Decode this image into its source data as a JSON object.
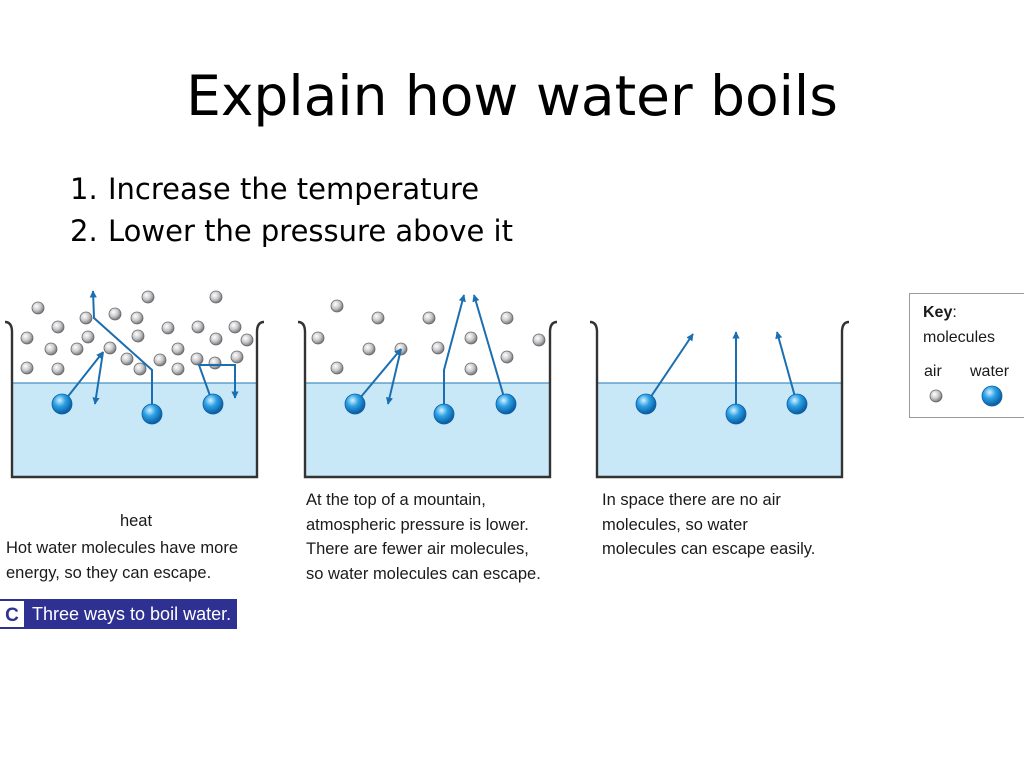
{
  "title": "Explain how water boils",
  "points": [
    {
      "num": "1.",
      "text": "Increase the temperature"
    },
    {
      "num": "2.",
      "text": "Lower the pressure above it"
    }
  ],
  "heat_label": "heat",
  "captions": {
    "one": [
      "Hot water molecules have more",
      "energy, so they can escape."
    ],
    "two": [
      "At the top of a mountain,",
      "atmospheric pressure is lower.",
      "There are fewer air molecules,",
      "so water molecules can escape."
    ],
    "three": [
      "In space there are no air",
      "molecules, so water",
      "molecules can escape easily."
    ]
  },
  "figure_label": {
    "letter": "C",
    "text": "Three ways to boil water."
  },
  "key": {
    "title": "Key",
    "colon": ":",
    "subtitle": "molecules",
    "air": "air",
    "water": "water"
  },
  "colors": {
    "water": "#c8e8f7",
    "arrow": "#1b6fb0",
    "heat_arrow": "#d52b2b",
    "label_bg": "#2e3192"
  }
}
